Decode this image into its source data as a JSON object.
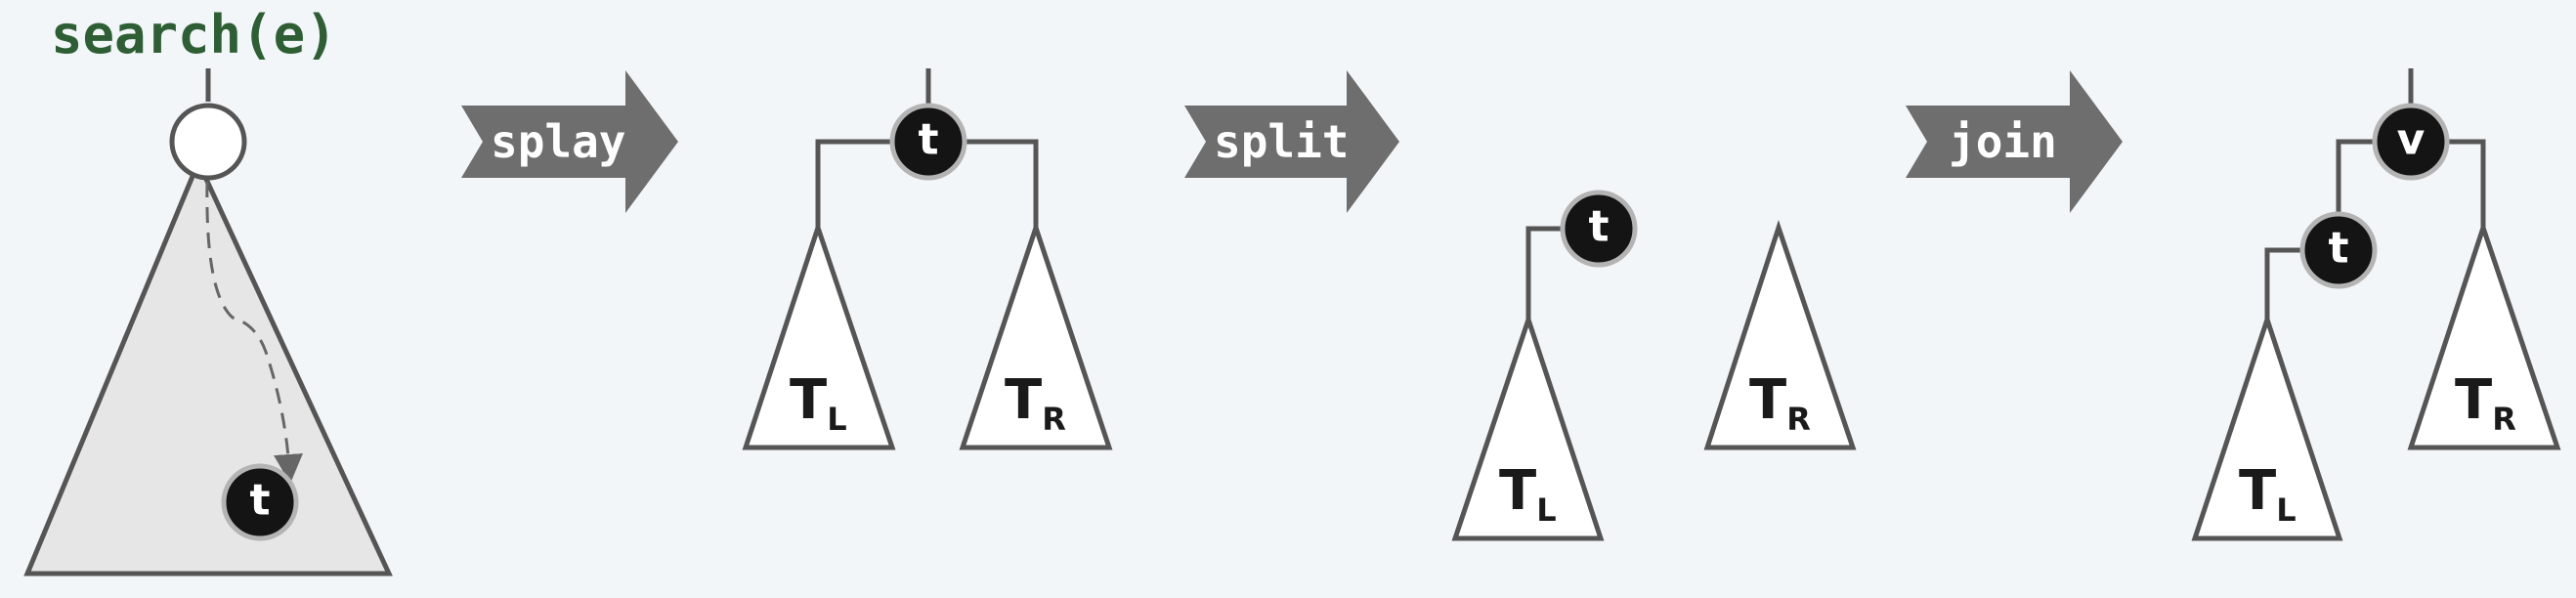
{
  "title": "search(e)",
  "steps": {
    "splay": "splay",
    "split": "split",
    "join": "join"
  },
  "nodes": {
    "t": "t",
    "v": "v"
  },
  "subtrees": {
    "left": {
      "main": "T",
      "sub": "L"
    },
    "right": {
      "main": "T",
      "sub": "R"
    }
  },
  "colors": {
    "background": "#f2f6f9",
    "title": "#2e5e34",
    "arrow": "#6e6e6e",
    "node_fill": "#141414",
    "node_ring": "#b4b4b4",
    "line": "#555555"
  }
}
